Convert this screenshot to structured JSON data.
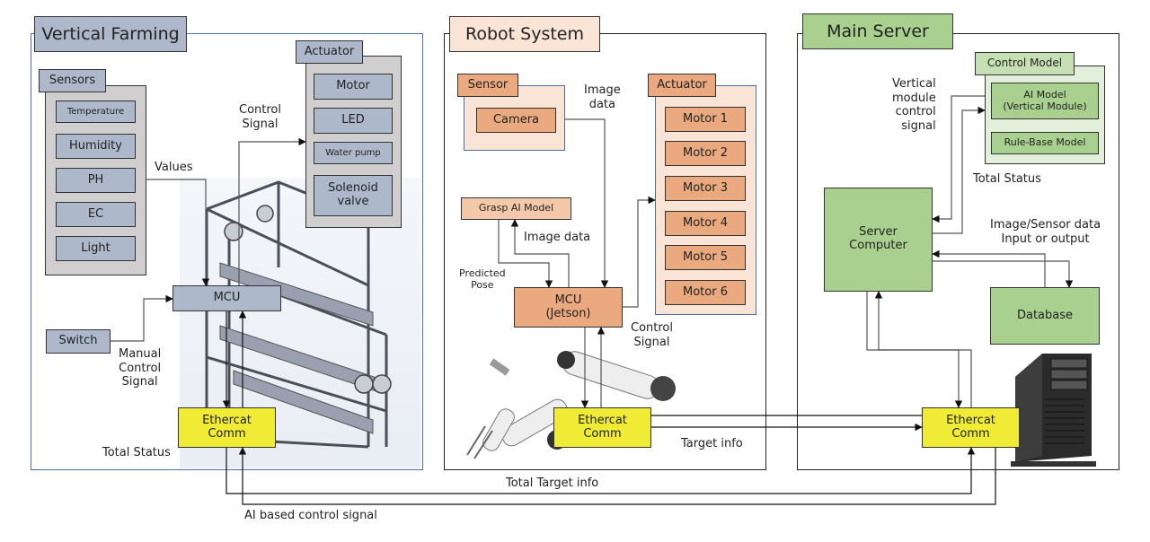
{
  "vertical_farming": {
    "title": "Vertical Farming",
    "sensors": {
      "title": "Sensors",
      "items": [
        "Temperature",
        "Humidity",
        "PH",
        "EC",
        "Light"
      ]
    },
    "actuator": {
      "title": "Actuator",
      "items": [
        "Motor",
        "LED",
        "Water pump",
        "Solenoid valve"
      ]
    },
    "mcu": "MCU",
    "switch": "Switch",
    "ethercat": [
      "Ethercat",
      "Comm"
    ],
    "labels": {
      "values": "Values",
      "control_signal": [
        "Control",
        "Signal"
      ],
      "manual_control_signal": [
        "Manual",
        "Control",
        "Signal"
      ],
      "total_status": "Total Status"
    }
  },
  "robot_system": {
    "title": "Robot System",
    "sensor": {
      "title": "Sensor",
      "items": [
        "Camera"
      ]
    },
    "actuator": {
      "title": "Actuator",
      "items": [
        "Motor 1",
        "Motor 2",
        "Motor 3",
        "Motor 4",
        "Motor 5",
        "Motor 6"
      ]
    },
    "grasp_model": "Grasp AI Model",
    "mcu": [
      "MCU",
      "(Jetson)"
    ],
    "ethercat": [
      "Ethercat",
      "Comm"
    ],
    "labels": {
      "image_data_top": [
        "Image",
        "data"
      ],
      "image_data": "Image data",
      "predicted_pose": [
        "Predicted",
        "Pose"
      ],
      "control_signal": [
        "Control",
        "Signal"
      ],
      "target_info": "Target info"
    }
  },
  "main_server": {
    "title": "Main Server",
    "control_model": {
      "title": "Control Model",
      "items": [
        [
          "AI Model",
          "(Vertical Module)"
        ],
        [
          "Rule-Base Model"
        ]
      ]
    },
    "server_computer": [
      "Server",
      "Computer"
    ],
    "database": "Database",
    "ethercat": [
      "Ethercat",
      "Comm"
    ],
    "labels": {
      "vertical_module_control_signal": [
        "Vertical",
        "module",
        "control",
        "signal"
      ],
      "total_status": "Total Status",
      "image_sensor_data": [
        "Image/Sensor data",
        "Input or output"
      ]
    }
  },
  "bottom_labels": {
    "total_target_info": "Total Target info",
    "ai_based_control_signal": "AI based control signal"
  }
}
